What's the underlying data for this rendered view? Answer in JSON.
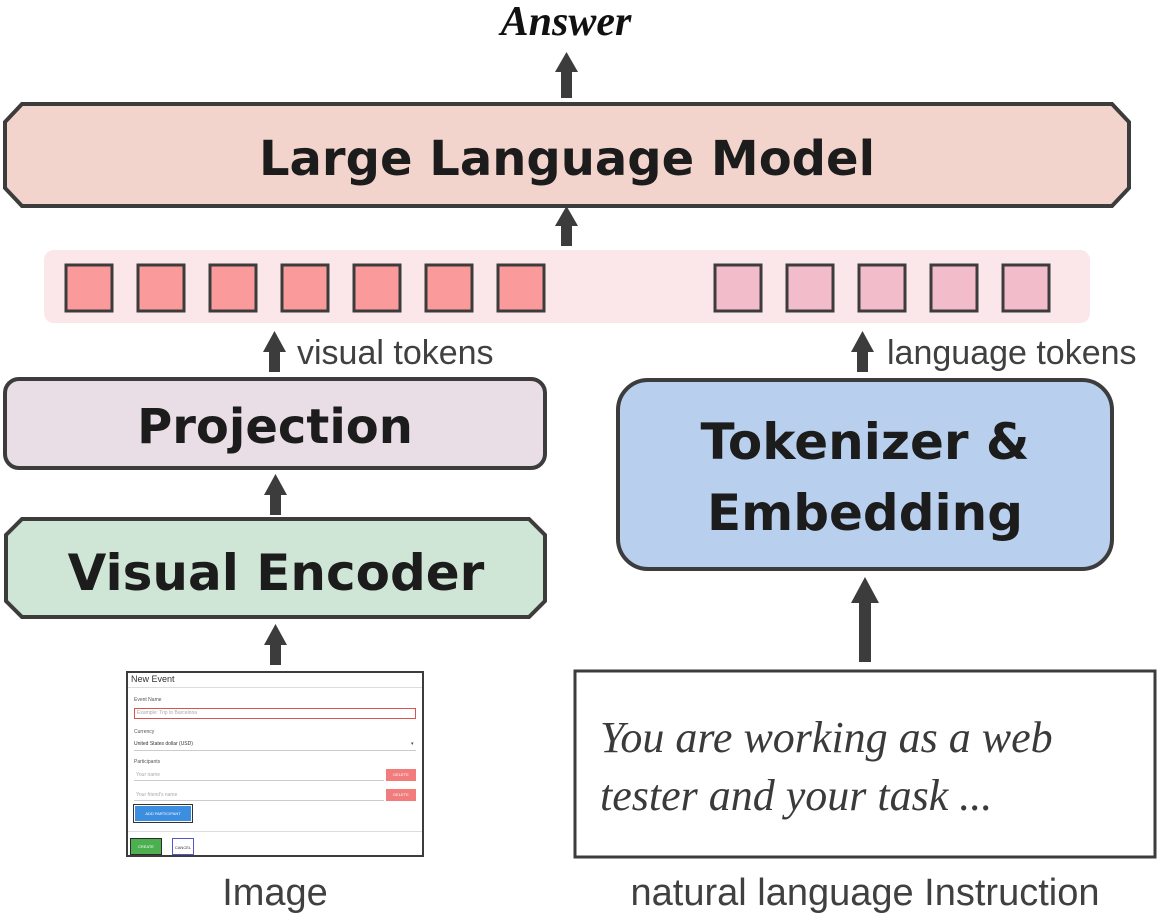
{
  "answer_label": "Answer",
  "llm_label": "Large Language Model",
  "visual_tokens_label": "visual tokens",
  "language_tokens_label": "language tokens",
  "projection_label": "Projection",
  "visual_encoder_label": "Visual Encoder",
  "tokenizer_label_line1": "Tokenizer &",
  "tokenizer_label_line2": "Embedding",
  "image_label": "Image",
  "instruction_label": "natural language Instruction",
  "instruction_text_line1": "You are working as a web",
  "instruction_text_line2": "tester and your task ...",
  "visual_token_count": 7,
  "language_token_count": 5,
  "colors": {
    "llm_fill": "#f3d4cc",
    "projection_fill": "#e9dde6",
    "encoder_fill": "#cfe5d5",
    "tokenizer_fill": "#b9cfee",
    "token_strip": "#fbe6ea",
    "visual_token": "#fa9a9a",
    "language_token": "#f2bccb",
    "stroke": "#3c3c3c"
  },
  "mini_screenshot": {
    "title": "New Event",
    "event_name_label": "Event Name",
    "event_name_placeholder": "Example: Trip to Barcelona",
    "currency_label": "Currency",
    "currency_value": "United States dollar (USD)",
    "participants_label": "Participants",
    "your_name_placeholder": "Your name",
    "friend_name_placeholder": "Your friend's name",
    "delete_label": "DELETE",
    "add_participant_label": "ADD PARTICIPANT",
    "create_label": "CREATE",
    "cancel_label": "CANCEL"
  }
}
